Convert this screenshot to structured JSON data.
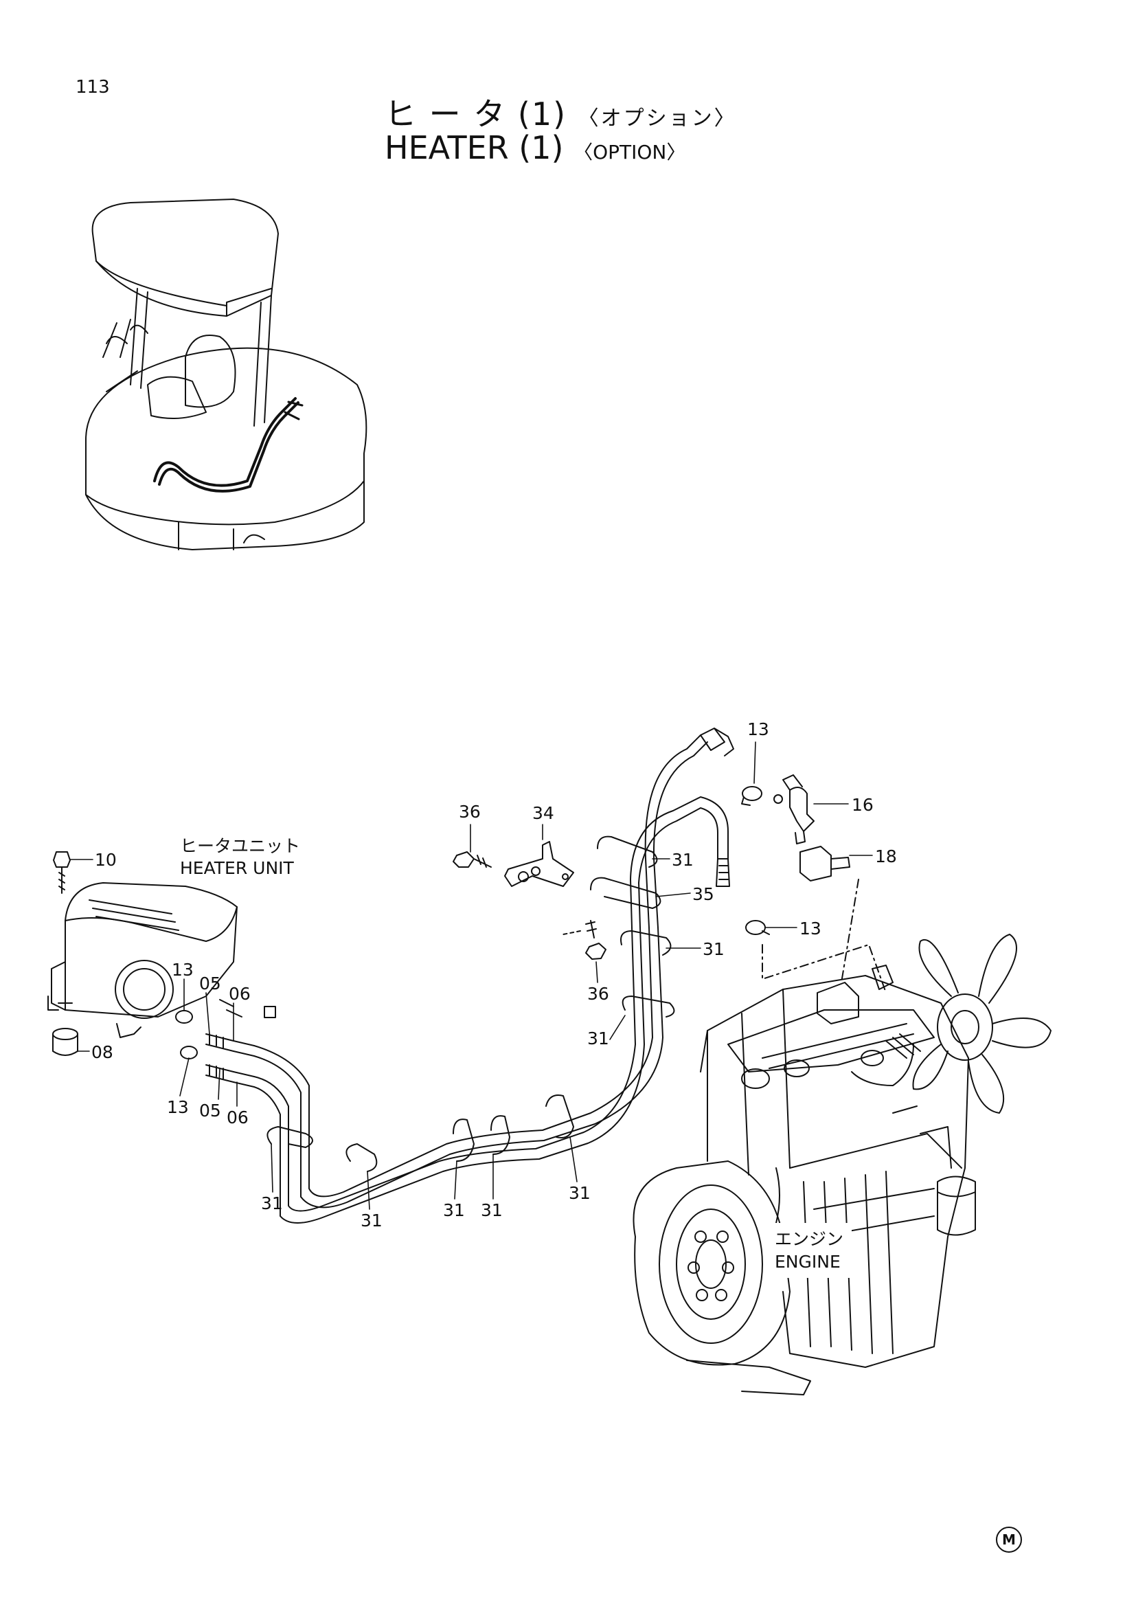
{
  "page_number": "113",
  "title": {
    "jp_main": "ヒ ー タ (1)",
    "jp_option": "〈オプション〉",
    "en_main": "HEATER (1)",
    "en_option": "〈OPTION〉"
  },
  "labels": {
    "heater_unit_jp": "ヒータユニット",
    "heater_unit_en": "HEATER UNIT",
    "engine_jp": "エンジン",
    "engine_en": "ENGINE"
  },
  "part_numbers": {
    "p10": "10",
    "p08": "08",
    "p13_unit_upper": "13",
    "p13_unit_lower": "13",
    "p05_upper": "05",
    "p06_upper": "06",
    "p05_lower": "05",
    "p06_lower": "06",
    "p31_a": "31",
    "p31_b": "31",
    "p31_c": "31",
    "p31_d": "31",
    "p31_e": "31",
    "p31_f": "31",
    "p31_g": "31",
    "p31_h": "31",
    "p36_upper": "36",
    "p36_lower": "36",
    "p34": "34",
    "p35": "35",
    "p13_top": "13",
    "p16": "16",
    "p18": "18",
    "p13_right": "13"
  },
  "manufacturer_mark": "M"
}
